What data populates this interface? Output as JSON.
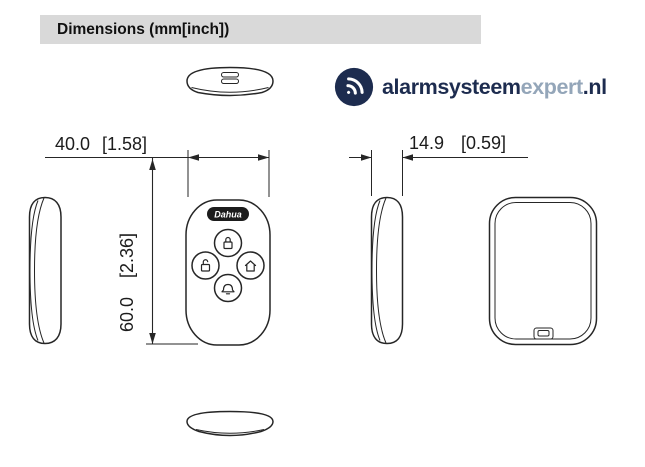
{
  "header": {
    "title": "Dimensions (mm[inch])"
  },
  "brand": {
    "name_bold": "alarmsysteem",
    "name_light": "expert",
    "tld": ".nl",
    "icon": "wifi-signal-icon",
    "color_primary": "#1d2c4f",
    "color_secondary": "#94a6b9"
  },
  "device": {
    "logo_text": "Dahua"
  },
  "dimensions": {
    "width_mm": "40.0",
    "width_inch": "[1.58]",
    "height_mm": "60.0",
    "height_inch": "[2.36]",
    "depth_mm": "14.9",
    "depth_inch": "[0.59]"
  },
  "views": {
    "front_buttons": [
      "arm-lock-icon",
      "disarm-unlock-icon",
      "home-mode-icon",
      "sos-bell-icon"
    ]
  },
  "colors": {
    "line": "#262626",
    "header_bg": "#d9d9d9"
  }
}
